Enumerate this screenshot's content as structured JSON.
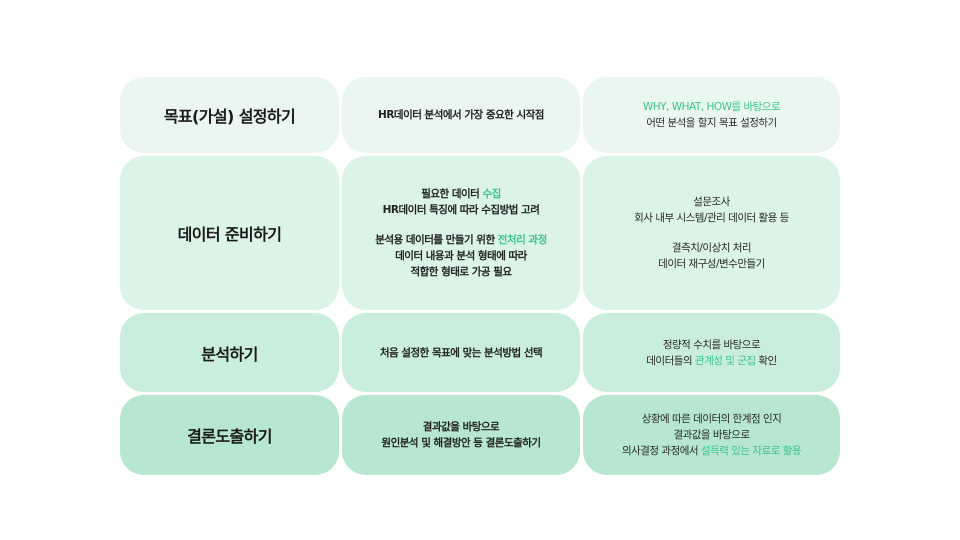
{
  "accent_color": "#3cc48e",
  "row_colors": [
    "#eaf7f1",
    "#dcf3e8",
    "#caeedd",
    "#b7e6d1"
  ],
  "rows": [
    {
      "title": "목표(가설) 설정하기",
      "description": {
        "line1": "HR데이터 분석에서 가장 중요한 시작점"
      },
      "detail": {
        "line1_hl": "WHY, WHAT, HOW를 바탕으로",
        "line2": "어떤 분석을 할지 목표 설정하기"
      }
    },
    {
      "title": "데이터 준비하기",
      "description": {
        "line1_pre": "필요한 데이터 ",
        "line1_hl": "수집",
        "line2": "HR데이터 특징에 따라 수집방법 고려",
        "line3_pre": "분석용 데이터를 만들기 위한 ",
        "line3_hl": "전처리 과정",
        "line4": "데이터 내용과 분석 형태에 따라",
        "line5": "적합한 형태로 가공 필요"
      },
      "detail": {
        "line1": "설문조사",
        "line2": "회사 내부 시스템/관리 데이터 활용 등",
        "line3": "결측치/이상치 처리",
        "line4": "데이터 재구성/변수만들기"
      }
    },
    {
      "title": "분석하기",
      "description": {
        "line1": "처음 설정한 목표에 맞는 분석방법 선택"
      },
      "detail": {
        "line1": "정량적 수치를 바탕으로",
        "line2_pre": "데이터들의 ",
        "line2_hl": "관계성 및 군집",
        "line2_post": " 확인"
      }
    },
    {
      "title": "결론도출하기",
      "description": {
        "line1": "결과값을 바탕으로",
        "line2": "원인분석 및 해결방안 등 결론도출하기"
      },
      "detail": {
        "line1": "상황에 따른 데이터의 한계점 인지",
        "line2": "결과값을 바탕으로",
        "line3_pre": "의사결정 과정에서 ",
        "line3_hl": "설득력 있는 자료로 활용"
      }
    }
  ]
}
